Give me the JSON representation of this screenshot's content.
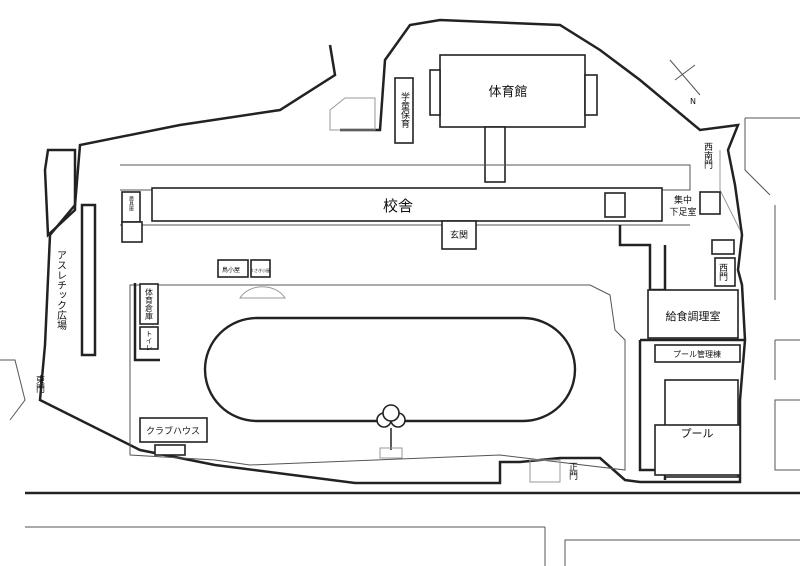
{
  "map": {
    "compass": "N",
    "labels": {
      "gym": "体育館",
      "afterschool": "学童保育",
      "school_building": "校舎",
      "shoe_room": [
        "集中",
        "下足室"
      ],
      "southwest_gate": "西南門",
      "west_gate": "西門",
      "entrance": "玄関",
      "kitchen": "給食調理室",
      "pool_building": "プール管理棟",
      "pool": "プール",
      "main_gate": "正門",
      "club_house": "クラブハウス",
      "east_gate": "東門",
      "athletic_plaza": "アスレチック広場",
      "pe_storage": "体育倉庫",
      "toilet": "トイレ",
      "bird_hut": "鳥小屋",
      "rabbit_hut": "うさぎ小屋",
      "tool_storage": "農具庫"
    },
    "colors": {
      "line": "#222222",
      "thin": "#555555",
      "background": "#ffffff"
    }
  }
}
